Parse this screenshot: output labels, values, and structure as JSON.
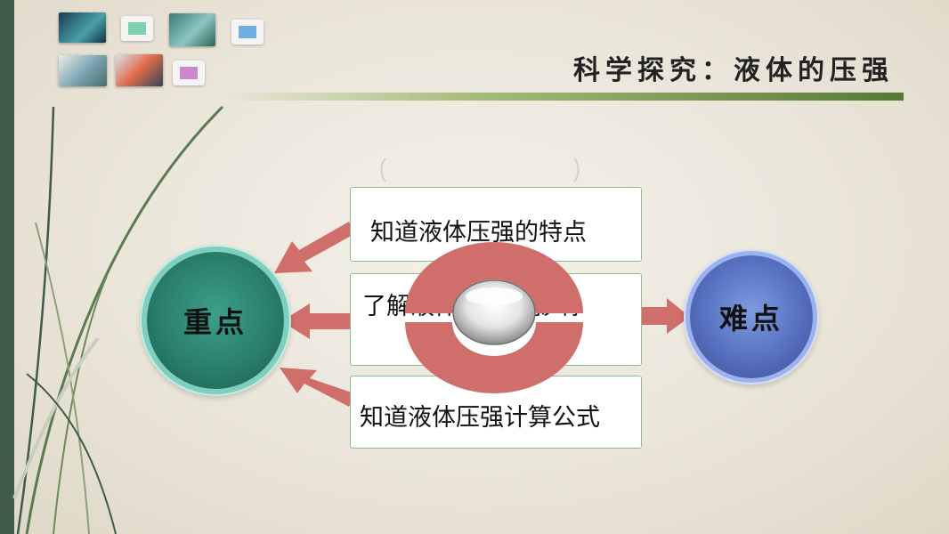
{
  "title": "科学探究：液体的压强",
  "center": {
    "focus_label": "重点",
    "difficulty_label": "难点"
  },
  "points": [
    {
      "text": "知道液体压强的特点"
    },
    {
      "text": "了解液体压强的影响"
    },
    {
      "text": "知道液体压强计算公式"
    }
  ],
  "colors": {
    "arrow": "#cf6e6a",
    "focus_circle": "#2a7e6c",
    "difficulty_circle": "#566fbf",
    "box_border": "#8fb98f",
    "accent_bar": "#3f5b47"
  },
  "chips": [
    {
      "color": "#7fd0b2"
    },
    {
      "color": "#6fb0e0"
    },
    {
      "color": "#cc88cc"
    }
  ]
}
